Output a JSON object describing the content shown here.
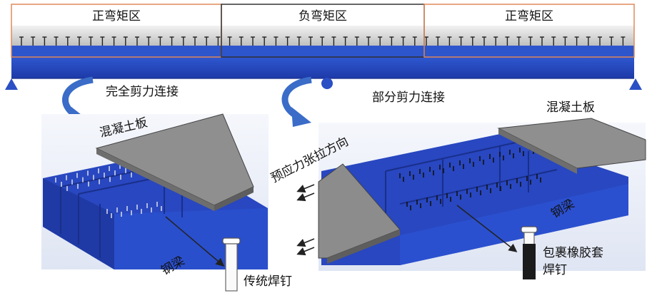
{
  "top": {
    "left_region": "正弯矩区",
    "middle_region": "负弯矩区",
    "right_region": "正弯矩区"
  },
  "left_detail": {
    "connection_title": "完全剪力连接",
    "slab_label": "混凝土板",
    "beam_label": "钢梁",
    "stud_label": "传统焊钉"
  },
  "right_detail": {
    "connection_title": "部分剪力连接",
    "slab_label": "混凝土板",
    "prestress_label": "预应力张拉方向",
    "beam_label": "钢梁",
    "stud_label_line1": "包裹橡胶套",
    "stud_label_line2": "焊钉"
  },
  "colors": {
    "steel_blue": "#2b4fc4",
    "steel_dark": "#1a2f8a",
    "concrete": "#8c8c8c",
    "region_positive_border": "#e08a5a",
    "region_negative_border": "#333333",
    "arrow_blue": "#3a6cc8"
  }
}
